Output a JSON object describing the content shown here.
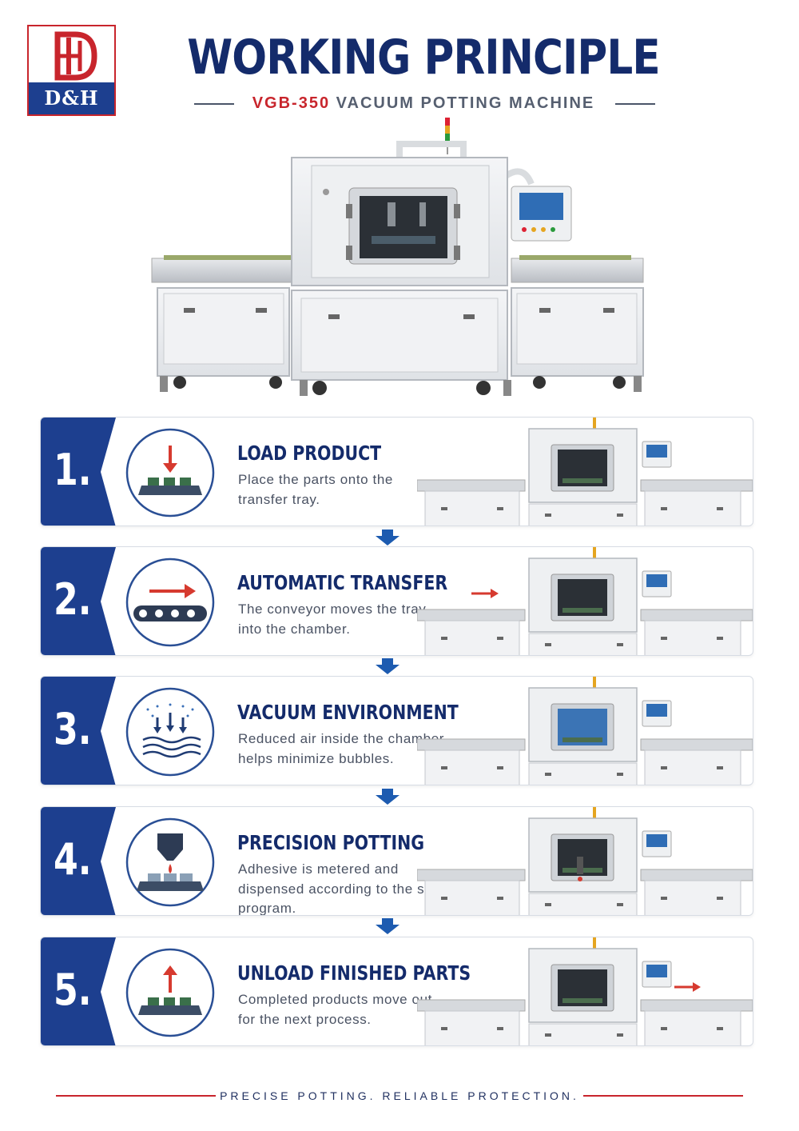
{
  "brand": {
    "logo_text": "D&H",
    "colors": {
      "navy": "#142b6b",
      "blue": "#1d3f8f",
      "red": "#c8252c"
    }
  },
  "header": {
    "title": "WORKING PRINCIPLE",
    "model": "VGB-350",
    "subtitle_rest": " VACUUM POTTING MACHINE"
  },
  "hero": {
    "image": "vacuum-potting-machine-photo"
  },
  "steps": [
    {
      "number": "1.",
      "title": "LOAD PRODUCT",
      "description": "Place the parts onto the transfer tray.",
      "icon": "tray-down-arrow-icon"
    },
    {
      "number": "2.",
      "title": "AUTOMATIC TRANSFER",
      "description": "The conveyor moves the tray into the chamber.",
      "icon": "conveyor-right-arrow-icon"
    },
    {
      "number": "3.",
      "title": "VACUUM ENVIRONMENT",
      "description": "Reduced air inside the chamber helps minimize bubbles.",
      "icon": "vacuum-waves-icon"
    },
    {
      "number": "4.",
      "title": "PRECISION POTTING",
      "description": "Adhesive is metered and dispensed according to the set program.",
      "icon": "dispenser-nozzle-icon"
    },
    {
      "number": "5.",
      "title": "UNLOAD FINISHED PARTS",
      "description": "Completed products move out for the next process.",
      "icon": "tray-up-arrow-icon"
    }
  ],
  "footer": {
    "tagline": "PRECISE POTTING. RELIABLE PROTECTION."
  }
}
